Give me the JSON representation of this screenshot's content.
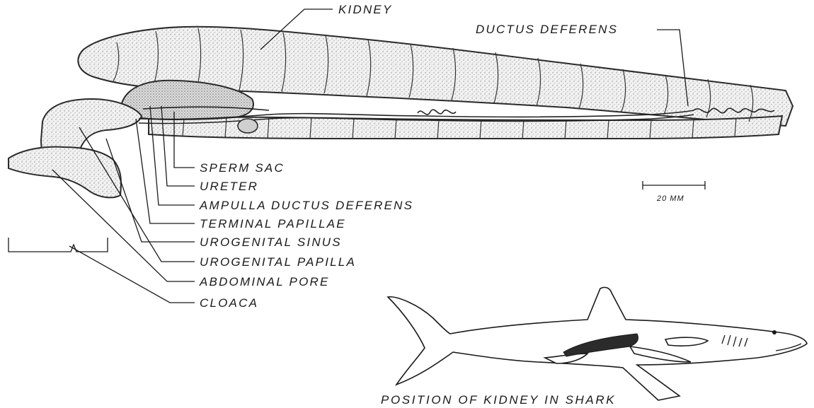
{
  "labels": {
    "kidney": "KIDNEY",
    "ductus_deferens": "DUCTUS DEFERENS",
    "sperm_sac": "SPERM SAC",
    "ureter": "URETER",
    "ampulla": "AMPULLA DUCTUS DEFERENS",
    "terminal_papillae": "TERMINAL PAPILLAE",
    "urogenital_sinus": "UROGENITAL SINUS",
    "urogenital_papilla": "UROGENITAL PAPILLA",
    "abdominal_pore": "ABDOMINAL PORE",
    "cloaca": "CLOACA"
  },
  "scale_bar": {
    "label": "20 MM"
  },
  "caption": "POSITION OF KIDNEY IN SHARK",
  "colors": {
    "ink": "#1a1a1a",
    "stipple": "#9a9a9a",
    "kidney_fill": "#e6e6e6",
    "dark_fill": "#2b2b2b"
  }
}
